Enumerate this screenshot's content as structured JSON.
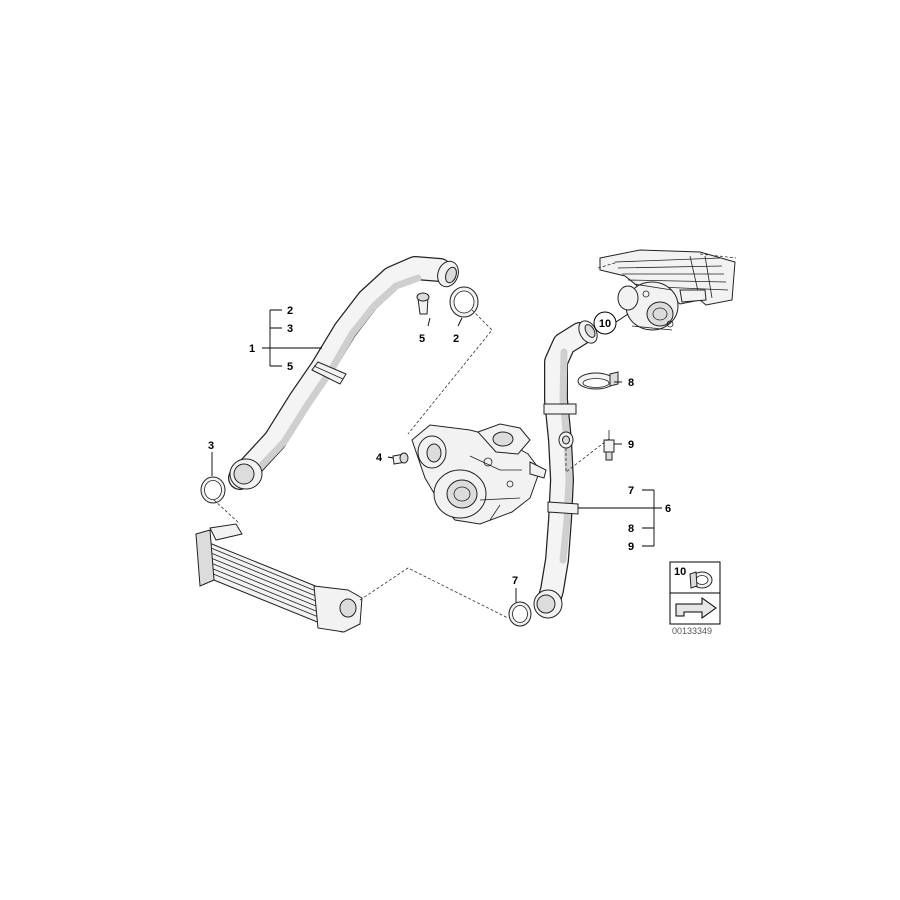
{
  "callouts": {
    "c1": "1",
    "c1_sub_a": "2",
    "c1_sub_b": "3",
    "c1_sub_c": "5",
    "c2": "2",
    "c3": "3",
    "c4": "4",
    "c5": "5",
    "c6": "6",
    "c6_sub_a": "7",
    "c6_sub_b": "8",
    "c6_sub_c": "9",
    "c7": "7",
    "c8": "8",
    "c9": "9",
    "c10": "10"
  },
  "inset": {
    "number": "10"
  },
  "drawing_id": "00133349"
}
